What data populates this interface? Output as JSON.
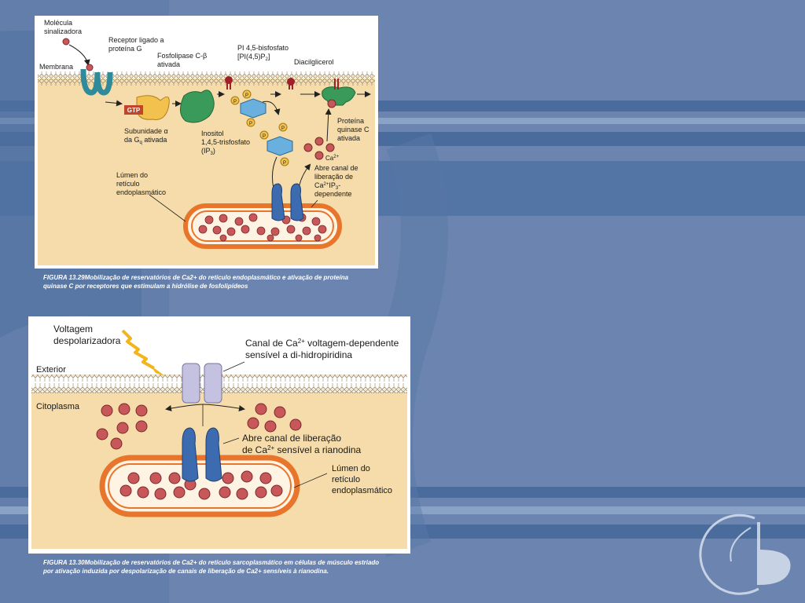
{
  "figure1": {
    "labels": {
      "signal_molecule_1": "Molécula",
      "signal_molecule_2": "sinalizadora",
      "receptor_1": "Receptor ligado a",
      "receptor_2": "proteína G",
      "plc_1": "Fosfolipase C-β",
      "plc_2": "ativada",
      "pip2_1": "PI 4,5-bisfosfato",
      "pip2_2": "[PI(4,5)P",
      "pip2_sub": "2",
      "pip2_end": "]",
      "dag": "Diacilglicerol",
      "membrane": "Membrana",
      "gtp": "GTP",
      "phosphate": "P",
      "gq_1": "Subunidade α",
      "gq_2a": "da G",
      "gq_sub": "q",
      "gq_2b": " ativada",
      "ip3_1": "Inositol",
      "ip3_2": "1,4,5-trisfosfato",
      "ip3_3a": "(IP",
      "ip3_sub": "3",
      "ip3_3b": ")",
      "pkc_1": "Proteína",
      "pkc_2": "quinase C",
      "pkc_3": "ativada",
      "ca_1": "Ca",
      "ca_sup": "2+",
      "channel_1": "Abre canal de",
      "channel_2": "liberação de",
      "channel_3a": "Ca",
      "channel_3sup": "2+",
      "channel_3b": "IP",
      "channel_3sub": "3",
      "channel_3c": "-",
      "channel_4": "dependente",
      "er_1": "Lúmen do",
      "er_2": "retículo",
      "er_3": "endoplasmático"
    },
    "caption": "FIGURA 13.29Mobilização de reservatórios de Ca2+ do retículo endoplasmático e ativação de proteína quinase C por receptores que estimulam a hidrólise de fosfolipídeos"
  },
  "figure2": {
    "labels": {
      "voltage_1": "Voltagem",
      "voltage_2": "despolarizadora",
      "channel_1a": "Canal de Ca",
      "channel_1sup": "2+",
      "channel_1b": " voltagem-dependente",
      "channel_2": "sensível a di-hidropiridina",
      "exterior": "Exterior",
      "cytoplasm": "Citoplasma",
      "ryr_1": "Abre canal de liberação",
      "ryr_2a": "de Ca",
      "ryr_2sup": "2+",
      "ryr_2b": " sensível a rianodina",
      "er_1": "Lúmen do",
      "er_2": "retículo",
      "er_3": "endoplasmático"
    },
    "caption": "FIGURA 13.30Mobilização de reservatórios de Ca2+ do retículo sarcoplasmático em células de músculo estriado por ativação induzida por despolarização de canais de liberação de Ca2+ sensíveis à rianodina."
  },
  "colors": {
    "background": "#6b85b0",
    "cytoplasm": "#f5dcaa",
    "er_membrane": "#e8752c",
    "calcium": "#c8575a",
    "channel": "#3d6bb0"
  }
}
